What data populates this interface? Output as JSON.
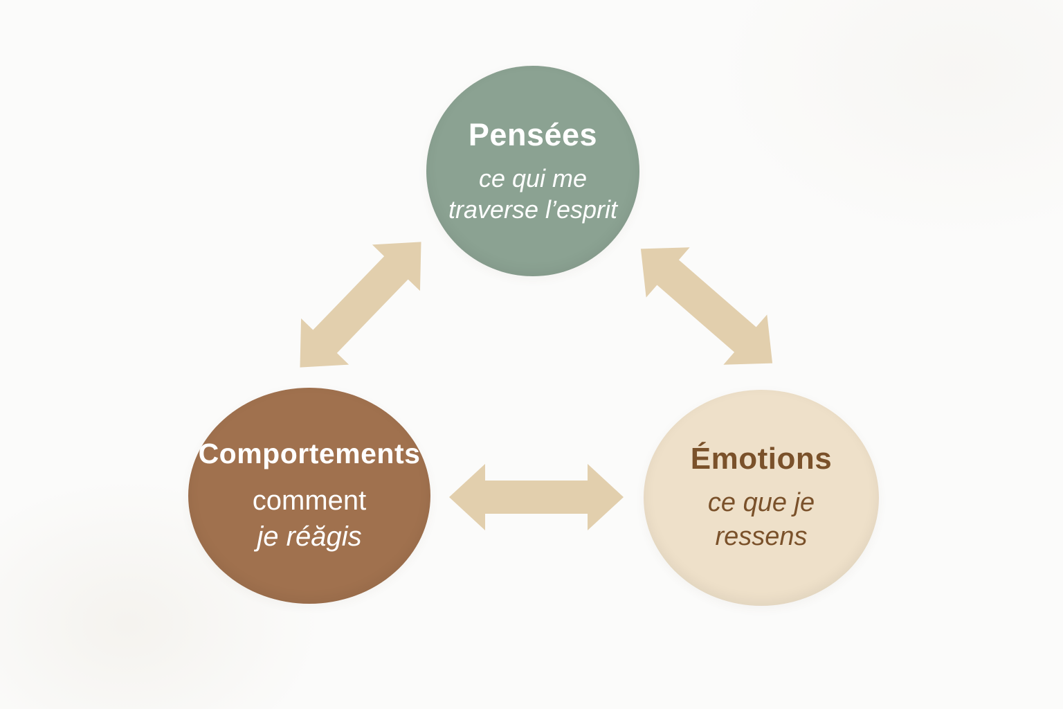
{
  "diagram": {
    "description": "Triangle cognitif : trois cercles reliés par des flèches bidirectionnelles",
    "background_color": "#fbfbfa",
    "arrow_color": "#e2cfad",
    "nodes": [
      {
        "id": "pensees",
        "title": "Pensées",
        "subtitle_lines": [
          "ce qui me",
          "traverse l’esprit"
        ],
        "fill": "#8ba292",
        "text_color": "#ffffff"
      },
      {
        "id": "comportements",
        "title": "Comportements",
        "subtitle_lines": [
          "comment",
          "je réăgis"
        ],
        "fill": "#a0714e",
        "text_color": "#ffffff"
      },
      {
        "id": "emotions",
        "title": "Émotions",
        "subtitle_lines": [
          "ce que je",
          "ressens"
        ],
        "fill": "#eee0c9",
        "text_color": "#7a512a"
      }
    ],
    "arrows": [
      {
        "between": [
          "Pensées",
          "Comportements"
        ],
        "bidirectional": true
      },
      {
        "between": [
          "Pensées",
          "Émotions"
        ],
        "bidirectional": true
      },
      {
        "between": [
          "Comportements",
          "Émotions"
        ],
        "bidirectional": true
      }
    ]
  }
}
